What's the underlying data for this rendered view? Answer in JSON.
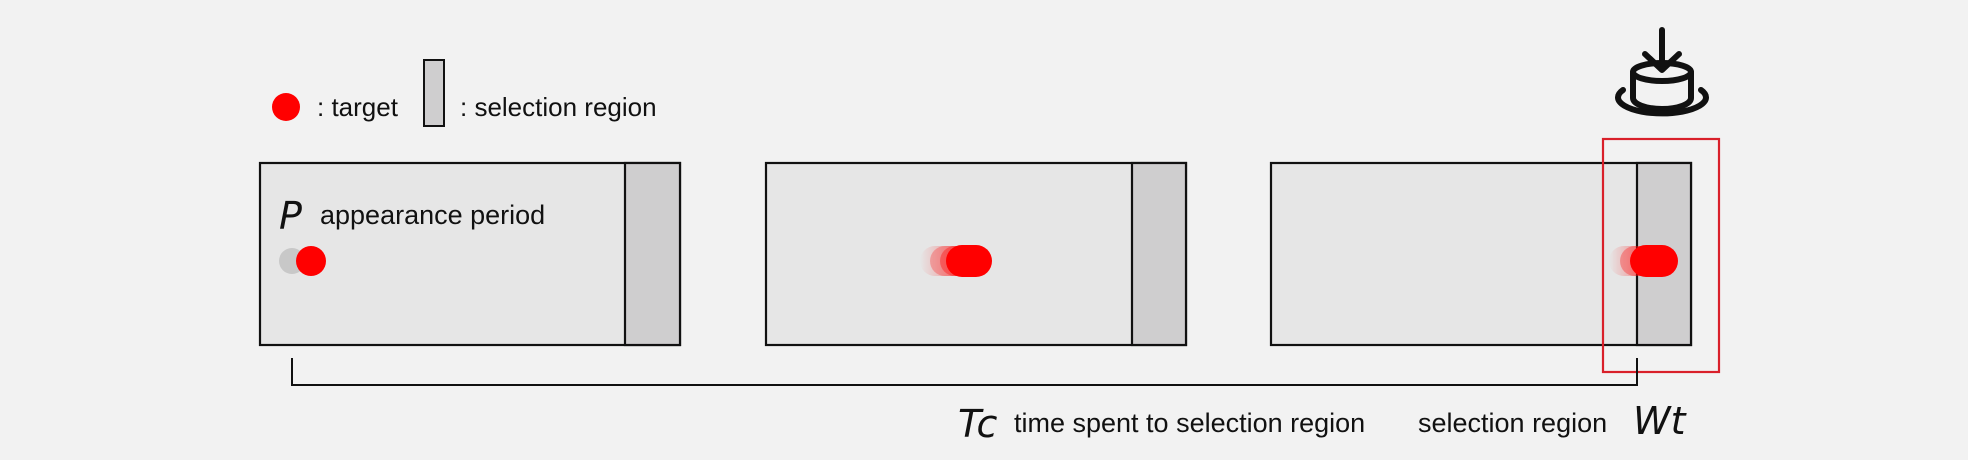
{
  "legend": {
    "target_label": ": target",
    "selection_region_label": ": selection region"
  },
  "panel1": {
    "symbol": "P",
    "label": "appearance period"
  },
  "bottom": {
    "tc_symbol": "Tc",
    "tc_label": "time spent to selection region",
    "wt_label": "selection region",
    "wt_symbol": "Wt"
  },
  "icons": {
    "target": "target-dot-icon",
    "selection_region": "selection-region-swatch-icon",
    "database_download": "database-download-icon"
  },
  "colors": {
    "background": "#f2f2f2",
    "panel_fill": "#e6e6e6",
    "selection_region_fill": "#cfcecf",
    "target": "#ff0000",
    "highlight_border": "#d9202a",
    "faded_target": "#c8c8c8"
  }
}
